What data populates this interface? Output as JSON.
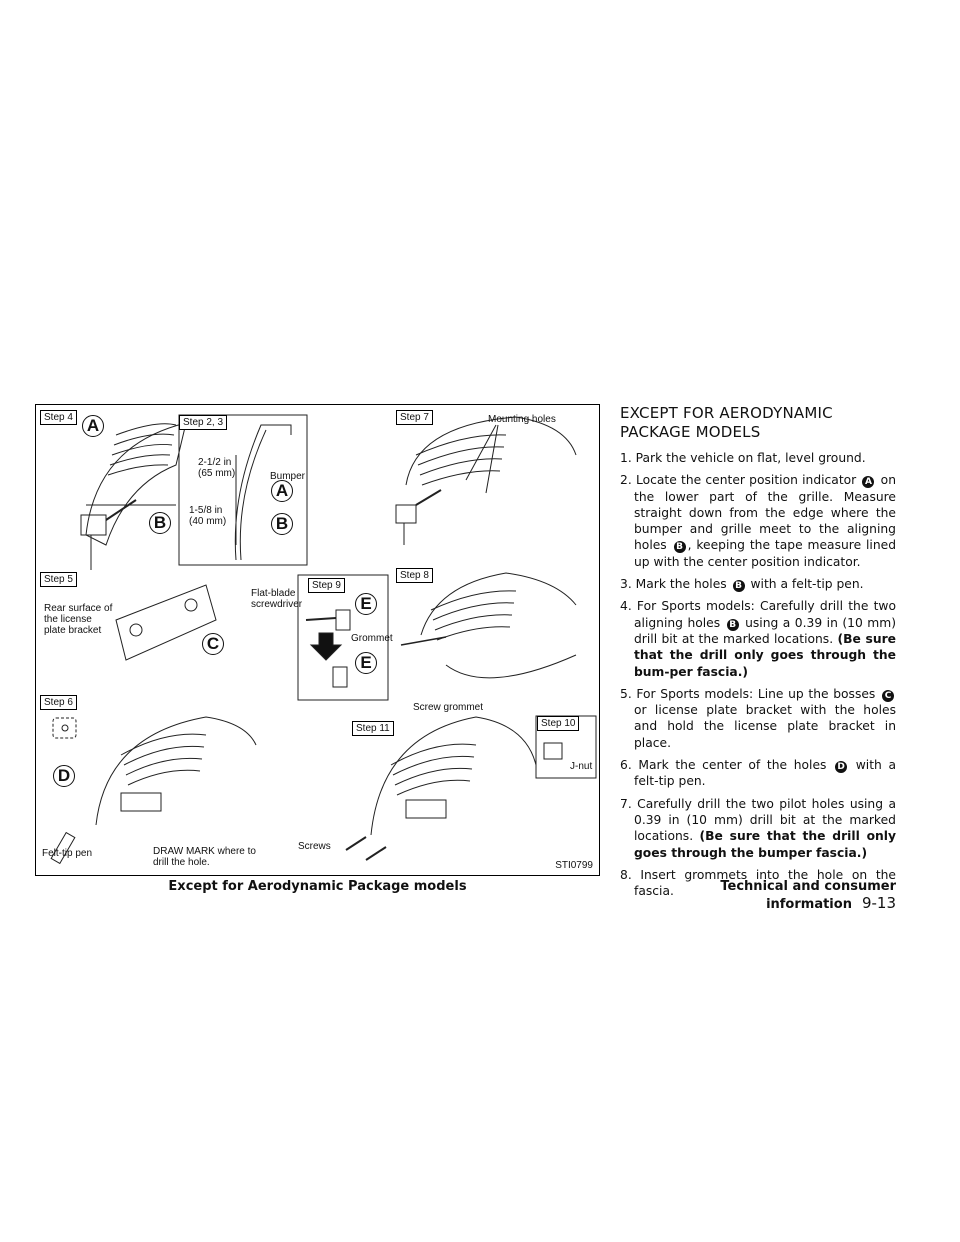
{
  "figure": {
    "steps": {
      "s4": "Step 4",
      "s23": "Step 2, 3",
      "s7": "Step 7",
      "s5": "Step 5",
      "s9": "Step 9",
      "s8": "Step 8",
      "s6": "Step 6",
      "s11": "Step 11",
      "s10": "Step 10"
    },
    "labels": {
      "dim1": "2-1/2 in\n(65 mm)",
      "bumper": "Bumper",
      "dim2": "1-5/8 in\n(40 mm)",
      "mounting_holes": "Mounting holes",
      "rear_surface": "Rear surface of\nthe license\nplate bracket",
      "flat_blade": "Flat-blade\nscrewdriver",
      "grommet": "Grommet",
      "screw_grommet": "Screw grommet",
      "jnut": "J-nut",
      "felt_tip": "Felt-tip pen",
      "draw_mark": "DRAW MARK where to\ndrill the hole.",
      "screws": "Screws"
    },
    "callouts": {
      "a": "A",
      "b": "B",
      "c": "C",
      "d": "D",
      "e": "E"
    },
    "code": "STI0799"
  },
  "caption": "Except for Aerodynamic Package models",
  "section": {
    "title": "EXCEPT FOR AERODYNAMIC PACKAGE MODELS",
    "steps": [
      {
        "pre": "1. Park the vehicle on flat, level ground."
      },
      {
        "pre": "2. Locate the center position indicator ",
        "ref": "A",
        "post": " on the lower part of the grille. Measure straight down from the edge where the bumper and grille meet to the aligning holes ",
        "ref2": "B",
        "post2": ", keeping the tape measure lined up with the center position indicator."
      },
      {
        "pre": "3. Mark the holes ",
        "ref": "B",
        "post": " with a felt-tip pen."
      },
      {
        "pre": "4. For Sports models: Carefully drill the two aligning holes ",
        "ref": "B",
        "post": " using a 0.39 in (10 mm) drill bit at the marked locations. ",
        "bold": "(Be sure that the drill only goes through the bum-per fascia.)"
      },
      {
        "pre": "5. For Sports models: Line up the bosses ",
        "ref": "C",
        "post": " or license plate bracket with the holes and hold the license plate bracket in place."
      },
      {
        "pre": "6. Mark the center of the holes ",
        "ref": "D",
        "post": " with a felt-tip pen."
      },
      {
        "pre": "7. Carefully drill the two pilot holes using a 0.39 in (10 mm) drill bit at the marked locations. ",
        "bold": "(Be sure that the drill only goes through the bumper fascia.)"
      },
      {
        "pre": "8. Insert grommets into the hole on the fascia."
      }
    ]
  },
  "footer": {
    "section": "Technical and consumer information",
    "page": "9-13"
  }
}
